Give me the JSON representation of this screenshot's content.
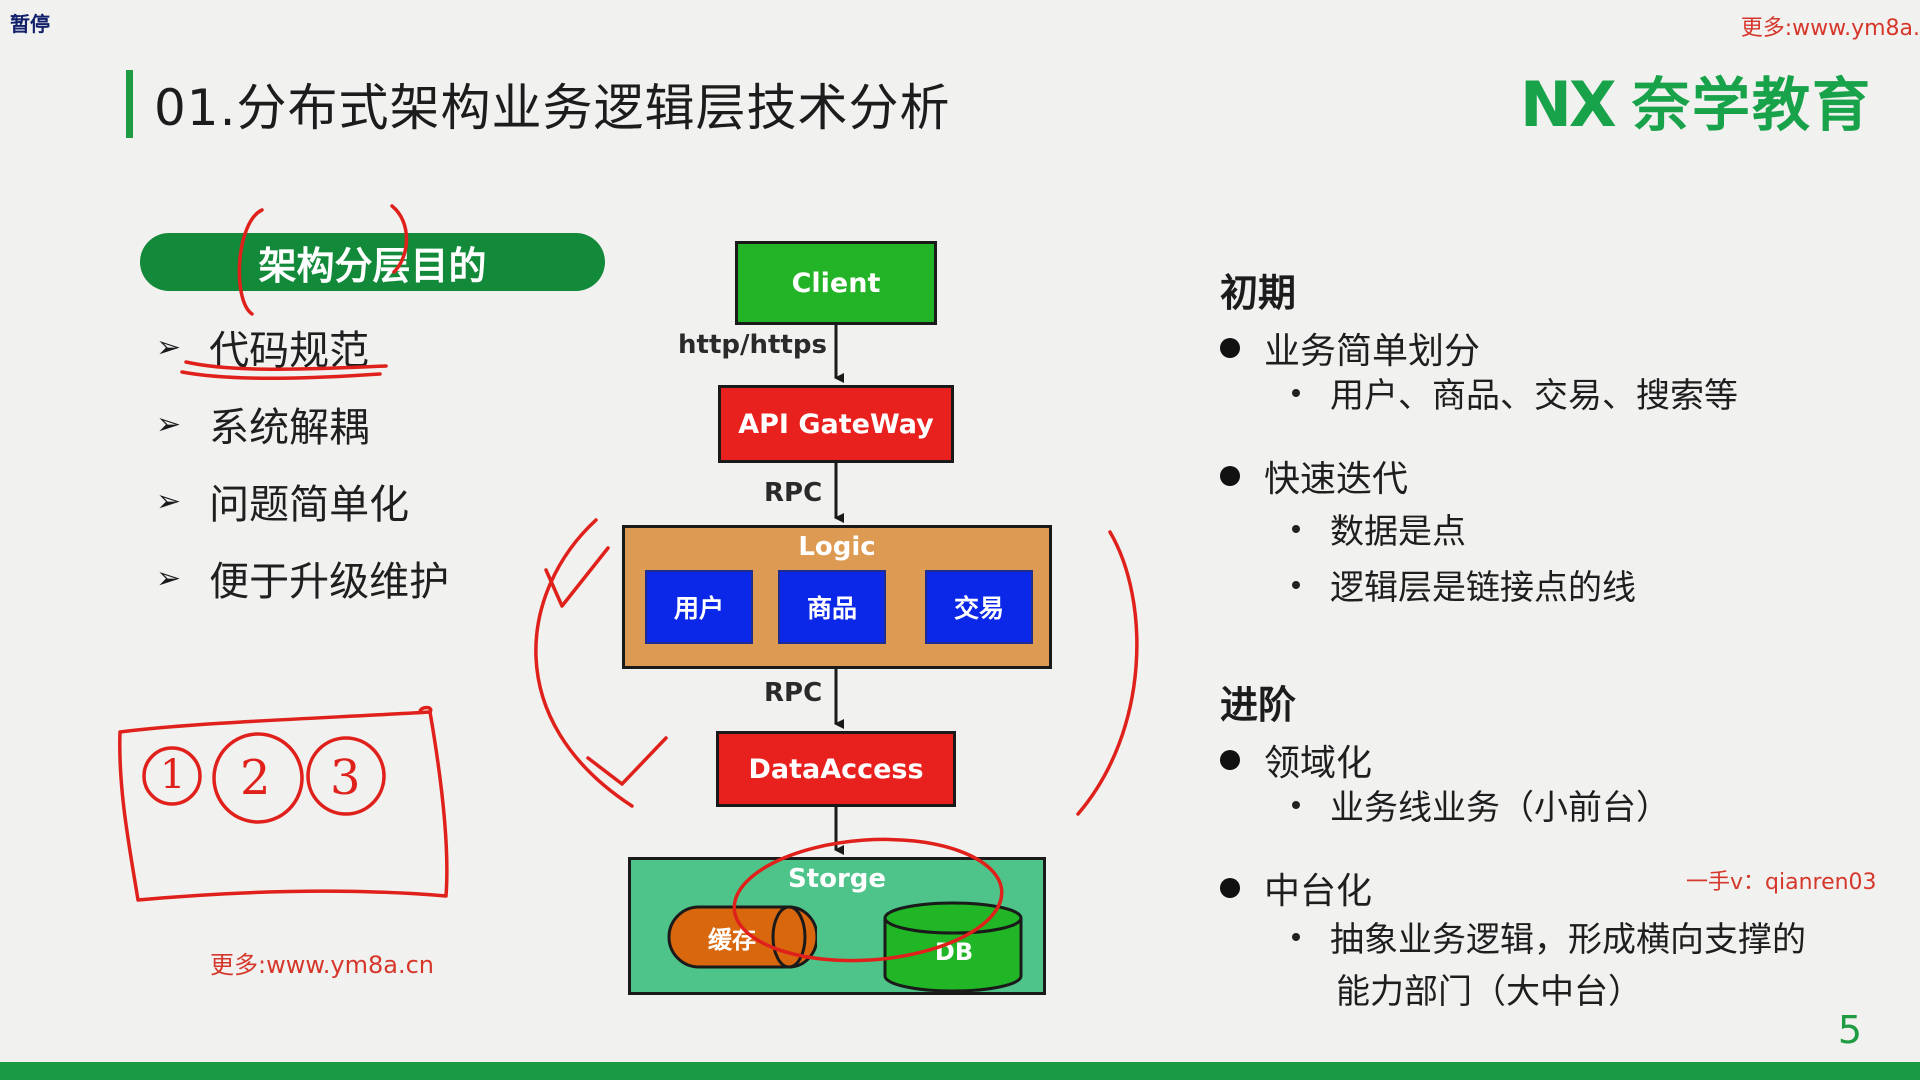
{
  "overlay": {
    "pause_label": "暂停"
  },
  "watermarks": {
    "top_right": "更多:www.ym8a.",
    "middle_left": "更多:www.ym8a.cn",
    "right_contact": "一手v：qianren03"
  },
  "header": {
    "title": "01.分布式架构业务逻辑层技术分析",
    "logo_mark": "NX",
    "logo_text": "奈学教育"
  },
  "left_panel": {
    "heading": "架构分层目的",
    "items": [
      "代码规范",
      "系统解耦",
      "问题简单化",
      "便于升级维护"
    ]
  },
  "diagram": {
    "client": "Client",
    "edge_client_gateway": "http/https",
    "gateway": "API GateWay",
    "edge_gateway_logic": "RPC",
    "logic": {
      "label": "Logic",
      "modules": [
        "用户",
        "商品",
        "交易"
      ]
    },
    "edge_logic_data": "RPC",
    "data_access": "DataAccess",
    "storage": {
      "label": "Storge",
      "cache": "缓存",
      "db": "DB"
    }
  },
  "right_panel": {
    "early": {
      "heading": "初期",
      "bullets": [
        {
          "text": "业务简单划分",
          "subs": [
            "用户、商品、交易、搜索等"
          ]
        },
        {
          "text": "快速迭代",
          "subs": [
            "数据是点",
            "逻辑层是链接点的线"
          ]
        }
      ]
    },
    "advanced": {
      "heading": "进阶",
      "bullets": [
        {
          "text": "领域化",
          "subs": [
            "业务线业务（小前台）"
          ]
        },
        {
          "text": "中台化",
          "subs": [
            "抽象业务逻辑，形成横向支撑的",
            "能力部门（大中台）"
          ]
        }
      ]
    }
  },
  "annotations": {
    "numbers": [
      "1",
      "2",
      "3"
    ]
  },
  "footer": {
    "page_number": "5"
  },
  "colors": {
    "brand_green": "#1b9a45",
    "client_green": "#22b326",
    "node_red": "#e8201e",
    "logic_orange": "#dd9a52",
    "module_blue": "#0b27e8",
    "storage_green": "#4ec48a",
    "annotation_red": "#e0211b"
  }
}
